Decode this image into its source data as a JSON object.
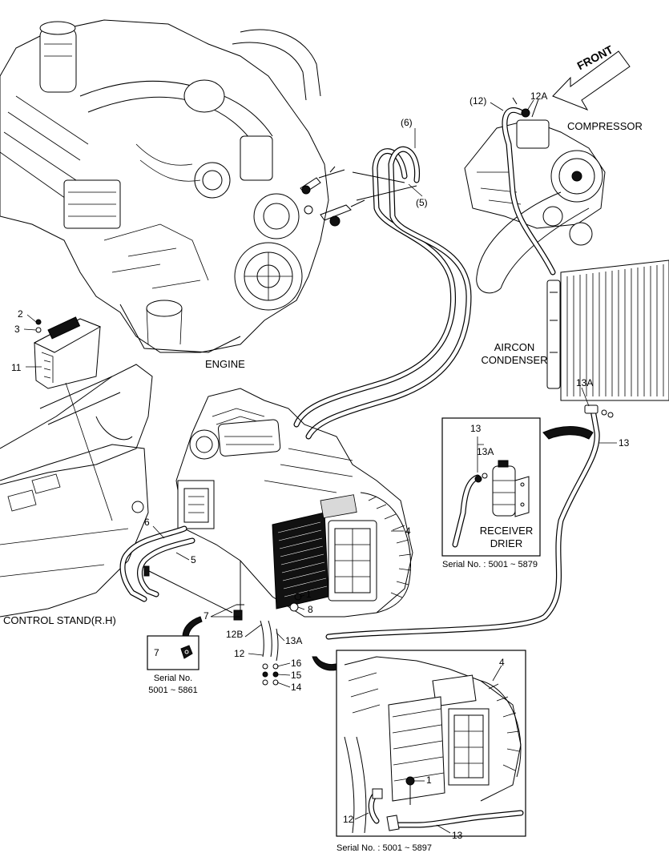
{
  "labels": {
    "front": "FRONT",
    "compressor": "COMPRESSOR",
    "engine": "ENGINE",
    "aircon_condenser_line1": "AIRCON",
    "aircon_condenser_line2": "CONDENSER",
    "control_stand": "CONTROL STAND(R.H)",
    "receiver_drier_line1": "RECEIVER",
    "receiver_drier_line2": "DRIER"
  },
  "callouts": {
    "c12_paren": "(12)",
    "c12A_top": "12A",
    "c6_paren": "(6)",
    "c5_paren": "(5)",
    "c2": "2",
    "c3": "3",
    "c11": "11",
    "c13A_right": "13A",
    "c13_right": "13",
    "c4_main": "4",
    "c6": "6",
    "c5": "5",
    "c1_main": "1",
    "c8": "8",
    "c7_main": "7",
    "c12B": "12B",
    "c13A_main": "13A",
    "c12_main": "12",
    "c16": "16",
    "c15": "15",
    "c14": "14",
    "c4_inset": "4",
    "c1_inset": "1",
    "c12_inset": "12",
    "c13_inset": "13"
  },
  "receiver_inset": {
    "c13": "13",
    "c13A": "13A",
    "serial": "Serial No. : 5001 ~ 5879"
  },
  "clip_inset": {
    "c7": "7",
    "serial_line1": "Serial No.",
    "serial_line2": "5001 ~ 5861"
  },
  "heater_inset": {
    "serial": "Serial No. : 5001 ~ 5897"
  }
}
